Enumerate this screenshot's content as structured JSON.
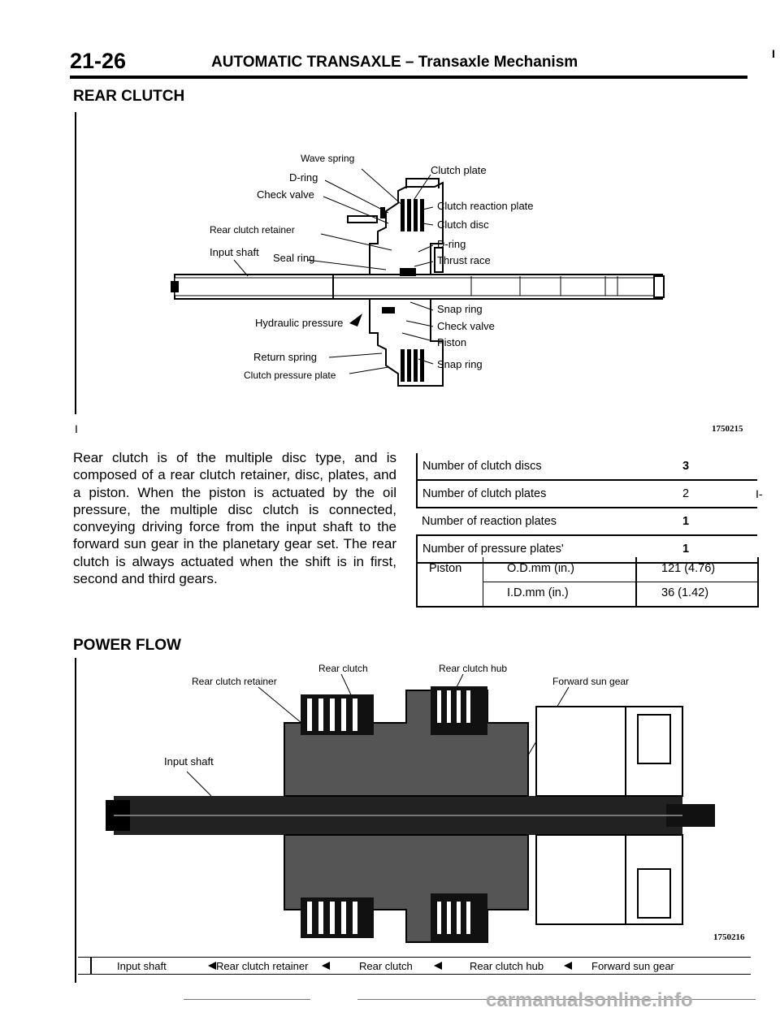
{
  "header": {
    "page_number": "21-26",
    "chapter": "AUTOMATIC TRANSAXLE – Transaxle Mechanism",
    "corner_mark": "I"
  },
  "rear_clutch": {
    "title": "REAR CLUTCH",
    "figure_number": "1750215",
    "margin_mark": "I",
    "labels_left": {
      "wave_spring": "Wave spring",
      "d_ring": "D-ring",
      "check_valve": "Check valve",
      "rear_clutch_retainer": "Rear clutch retainer",
      "input_shaft": "Input shaft",
      "seal_ring": "Seal ring",
      "hydraulic_pressure": "Hydraulic pressure",
      "return_spring": "Return spring",
      "clutch_pressure_plate": "Clutch pressure plate"
    },
    "labels_right": {
      "clutch_plate": "Clutch plate",
      "clutch_reaction_plate": "Clutch reaction plate",
      "clutch_disc": "Clutch disc",
      "d_ring": "D-ring",
      "thrust_race": "Thrust race",
      "snap_ring_1": "Snap ring",
      "check_valve": "Check valve",
      "piston": "Piston",
      "snap_ring_2": "Snap ring"
    },
    "description": "Rear clutch is of the multiple disc type, and is composed of a rear clutch retainer, disc, plates, and a piston. When the piston is actuated by the oil pressure, the multiple disc clutch is connected, conveying driving force from the input shaft to the forward sun gear in the planetary gear set. The rear clutch is always actuated when the shift is in first, second and third gears."
  },
  "spec_table": {
    "rows": [
      {
        "label": "Number of clutch discs",
        "value": "3"
      },
      {
        "label": "Number of clutch plates",
        "value": "2"
      },
      {
        "label": "Number of reaction plates",
        "value": "1"
      },
      {
        "label": "Number of pressure plates'",
        "value": "1"
      }
    ],
    "piston": {
      "label": "Piston",
      "od_label": "O.D.mm (in.)",
      "od_value": "121 (4.76)",
      "id_label": "I.D.mm (in.)",
      "id_value": "36 (1.42)"
    },
    "stray_marks": {
      "row2_tail": "I-"
    }
  },
  "power_flow": {
    "title": "POWER FLOW",
    "figure_number": "1750216",
    "labels": {
      "rear_clutch_retainer": "Rear clutch retainer",
      "rear_clutch": "Rear clutch",
      "rear_clutch_hub": "Rear clutch hub",
      "forward_sun_gear": "Forward sun gear",
      "input_shaft": "Input shaft"
    },
    "flow": [
      "Input shaft",
      "Rear clutch retainer",
      "Rear clutch",
      "Rear clutch hub",
      "Forward sun gear"
    ]
  },
  "footer": {
    "watermark": "carmanualsonline.info"
  }
}
